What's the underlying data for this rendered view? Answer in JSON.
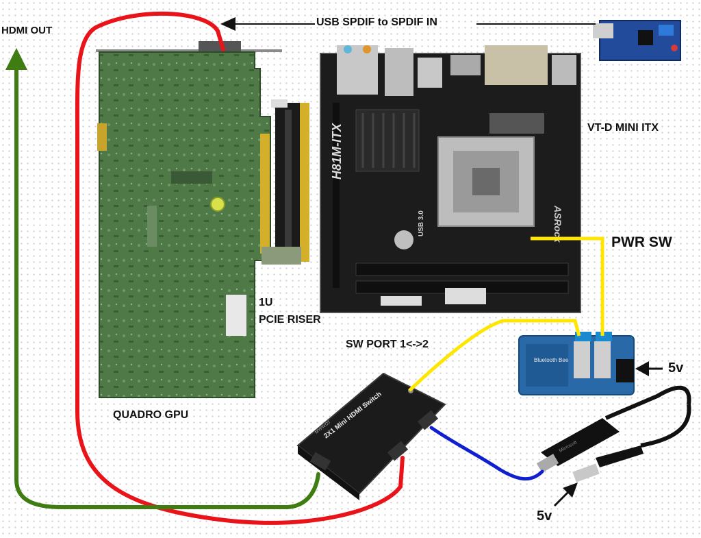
{
  "labels": {
    "hdmi_out": "HDMI OUT",
    "usb_spdif": "USB SPDIF to SPDIF IN",
    "vtd_mini_itx": "VT-D MINI ITX",
    "pwr_sw": "PWR SW",
    "riser_1u": "1U",
    "pcie_riser": "PCIE RISER",
    "sw_port": "SW PORT 1<->2",
    "power_5v_relay": "5v",
    "power_5v_usb": "5v",
    "quadro_gpu": "QUADRO GPU"
  },
  "board_text": {
    "motherboard_model": "H81M-ITX",
    "motherboard_brand": "ASRock",
    "usb3": "USB 3.0",
    "hdmi_switch_title": "2X1 Mini HDMI Switch",
    "hdmi_switch_brand": "MYPIVOT",
    "relay_brand": "Bluetooth Bee",
    "adapter_brand": "Microsoft"
  },
  "colors": {
    "red_cable": "#e8141a",
    "green_cable": "#3f7d12",
    "yellow_wire": "#ffe600",
    "blue_cable": "#1020d0",
    "arrow": "#111111",
    "pcb_green": "#4f7a48",
    "motherboard": "#1c1c1c",
    "relay_board": "#2a69a8"
  },
  "icons": {
    "arrow_usb": "left-arrow-icon",
    "arrow_hdmi_out": "up-arrow-icon",
    "arrow_5v_relay": "left-arrow-icon",
    "arrow_5v_usb": "up-right-arrow-icon"
  }
}
